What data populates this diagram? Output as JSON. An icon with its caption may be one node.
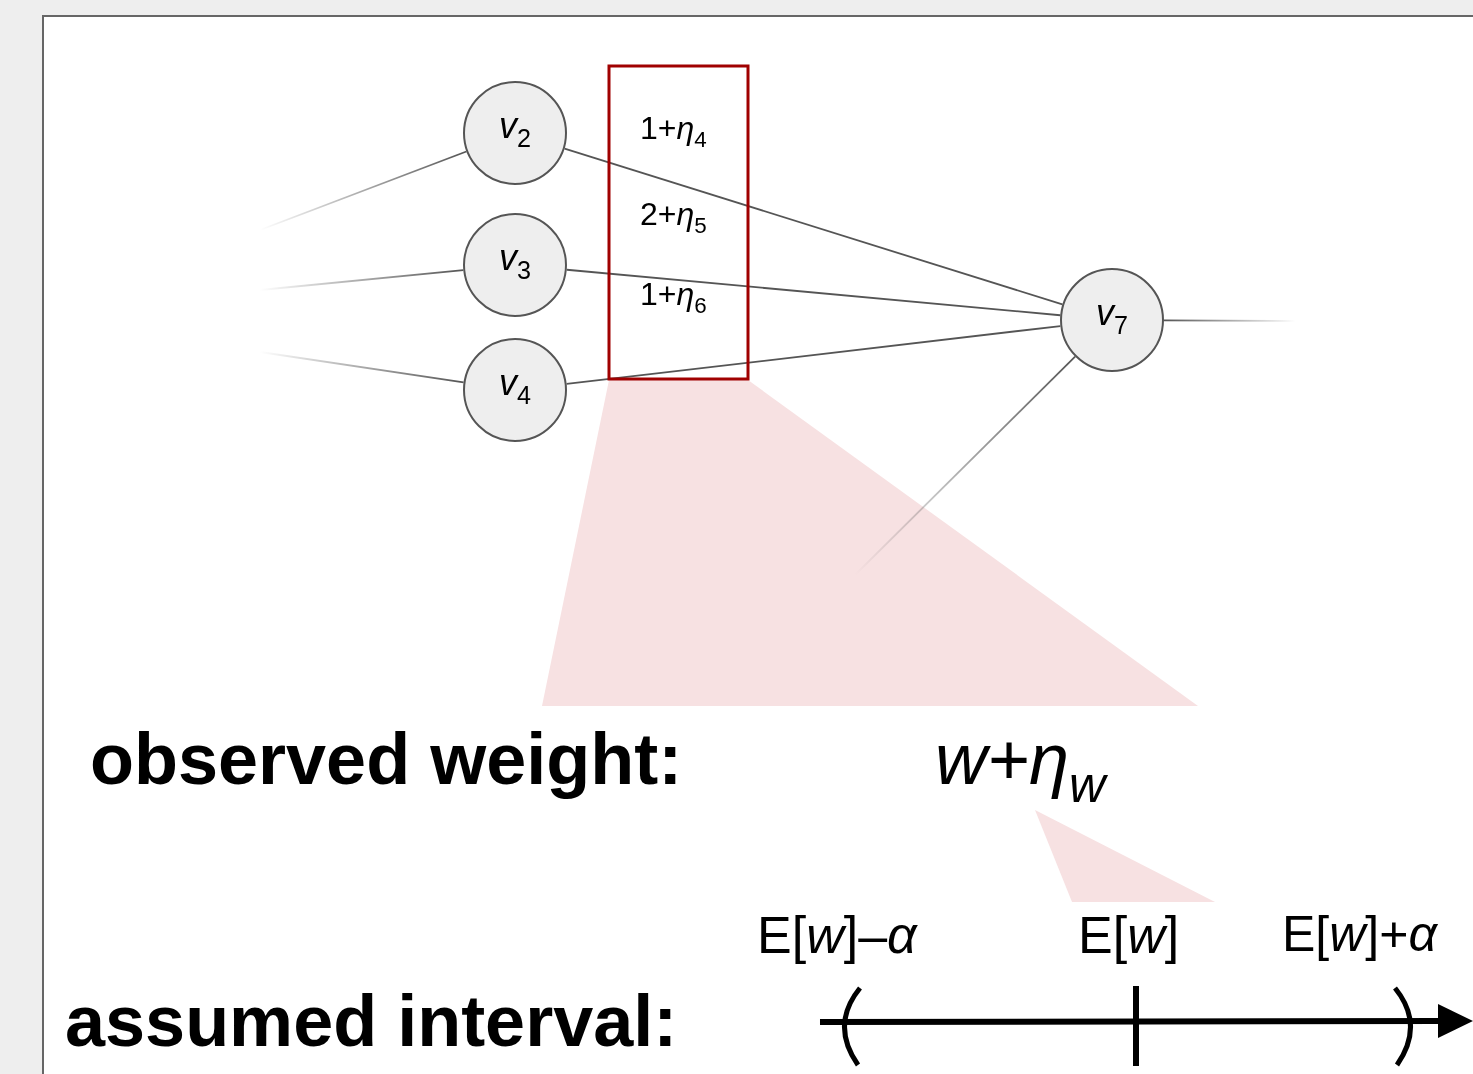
{
  "diagram": {
    "nodes": [
      {
        "text": [
          "*v*$_{2}$"
        ]
      },
      {
        "text": [
          "*v*$_{3}$"
        ]
      },
      {
        "text": [
          "*v*$_{4}$"
        ]
      },
      {
        "text": [
          "*v*$_{7}$"
        ]
      }
    ],
    "edges": [
      {
        "from": null,
        "to": 0,
        "arrow": "none"
      },
      {
        "from": null,
        "to": 1,
        "arrow": "none"
      },
      {
        "from": null,
        "to": 2,
        "arrow": "none"
      },
      {
        "from": 0,
        "to": 3,
        "arrow": "none"
      },
      {
        "from": 1,
        "to": 3,
        "arrow": "none"
      },
      {
        "from": 2,
        "to": 3,
        "arrow": "none"
      },
      {
        "from": 3,
        "to": null,
        "arrow": "none"
      },
      {
        "from": null,
        "to": 3,
        "arrow": "none"
      }
    ],
    "labels": [
      "1+*η*$_{4}$",
      "2+*η*$_{5}$",
      "1+*η*$_{6}$",
      "observed weight:",
      "*w*+*η*$_{w}$",
      "assumed interval:",
      "E[*w*]–*α*",
      "E[*w*]",
      "E[*w*]+*α*"
    ]
  }
}
